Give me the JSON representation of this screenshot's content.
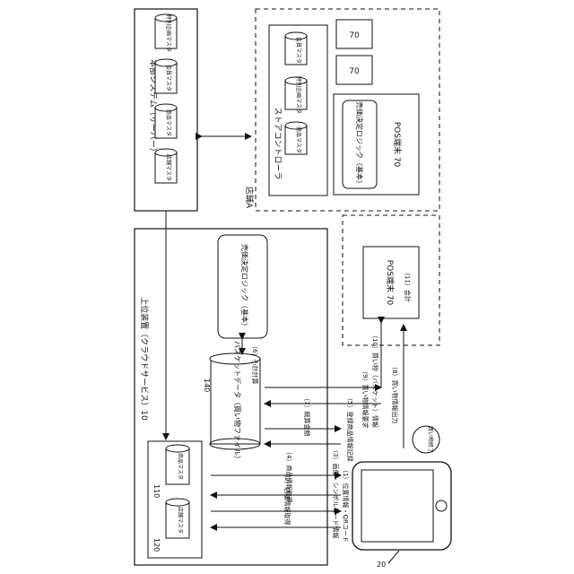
{
  "server": {
    "title": "本部システム（サーバー）",
    "masters": [
      "特別企画マスタ",
      "会員マスタ",
      "商品マスタ",
      "店舗マスタ"
    ]
  },
  "store": {
    "label": "店舗A",
    "controller_title": "ストアコントローラ",
    "masters": [
      "会員マスタ",
      "特別企画マスタ",
      "商品マスタ"
    ],
    "terminal_small_1": "70",
    "terminal_small_2": "70",
    "logic_label": "売価決定ロジック（基本）",
    "pos_label": "POS端末 70"
  },
  "upper": {
    "title": "上位装置（クラウドサービス）10",
    "ref_140": "140",
    "basket_label": "バスケットデータ（買い物ファイル）",
    "logic_label": "売価決定ロジック（基本）",
    "ref_110": "110",
    "ref_120": "120",
    "master_product": "商品マスタ",
    "master_store": "店舗マスタ"
  },
  "pos_standalone": {
    "label": "POS端末 70",
    "step_11": "（11）会計"
  },
  "mobile": {
    "ref_20": "20",
    "shopping_end": "買い物終了"
  },
  "steps": {
    "s1": "（1）位置情報・QRコード",
    "s2": "（2）店舗情報取得",
    "s3": "（3）画像・シンボルコード情報",
    "s4": "（4）商品情報取得",
    "s5": "（5）登録商品情報記録",
    "s6": "（6）小計計算",
    "s7": "（7）概算金額",
    "s8": "（8）買い物情報出力",
    "s9": "（9）買い物情報要求",
    "s10": "（10）買い物（バスケット）情報"
  }
}
